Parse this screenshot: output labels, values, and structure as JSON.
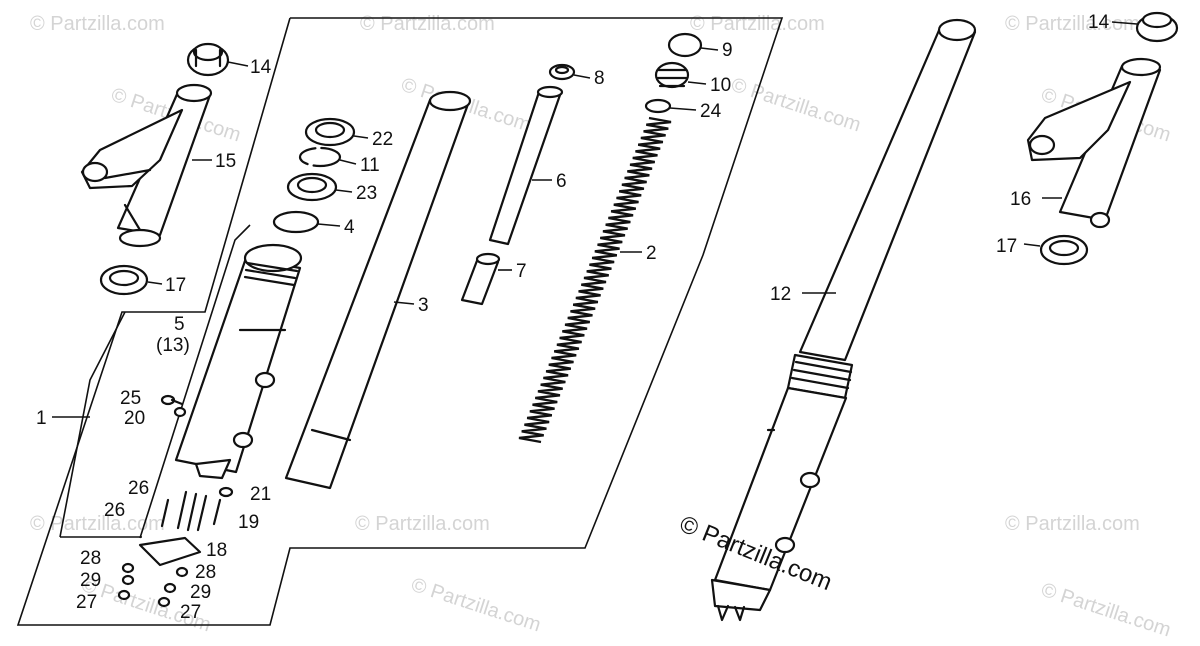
{
  "diagram": {
    "callouts": [
      {
        "id": "c14a",
        "text": "14"
      },
      {
        "id": "c15",
        "text": "15"
      },
      {
        "id": "c17a",
        "text": "17"
      },
      {
        "id": "c5",
        "text": "5"
      },
      {
        "id": "c13",
        "text": "(13)"
      },
      {
        "id": "c1",
        "text": "1"
      },
      {
        "id": "c25",
        "text": "25"
      },
      {
        "id": "c20",
        "text": "20"
      },
      {
        "id": "c26a",
        "text": "26"
      },
      {
        "id": "c26b",
        "text": "26"
      },
      {
        "id": "c21",
        "text": "21"
      },
      {
        "id": "c19",
        "text": "19"
      },
      {
        "id": "c18",
        "text": "18"
      },
      {
        "id": "c28a",
        "text": "28"
      },
      {
        "id": "c29a",
        "text": "29"
      },
      {
        "id": "c27a",
        "text": "27"
      },
      {
        "id": "c28b",
        "text": "28"
      },
      {
        "id": "c29b",
        "text": "29"
      },
      {
        "id": "c27b",
        "text": "27"
      },
      {
        "id": "c22",
        "text": "22"
      },
      {
        "id": "c11",
        "text": "11"
      },
      {
        "id": "c23",
        "text": "23"
      },
      {
        "id": "c4",
        "text": "4"
      },
      {
        "id": "c3",
        "text": "3"
      },
      {
        "id": "c8",
        "text": "8"
      },
      {
        "id": "c6",
        "text": "6"
      },
      {
        "id": "c7",
        "text": "7"
      },
      {
        "id": "c9",
        "text": "9"
      },
      {
        "id": "c10",
        "text": "10"
      },
      {
        "id": "c24",
        "text": "24"
      },
      {
        "id": "c2",
        "text": "2"
      },
      {
        "id": "c12",
        "text": "12"
      },
      {
        "id": "c14b",
        "text": "14"
      },
      {
        "id": "c16",
        "text": "16"
      },
      {
        "id": "c17b",
        "text": "17"
      }
    ],
    "watermark_text": "© Partzilla.com",
    "watermark_main": "© Partzilla.com"
  }
}
